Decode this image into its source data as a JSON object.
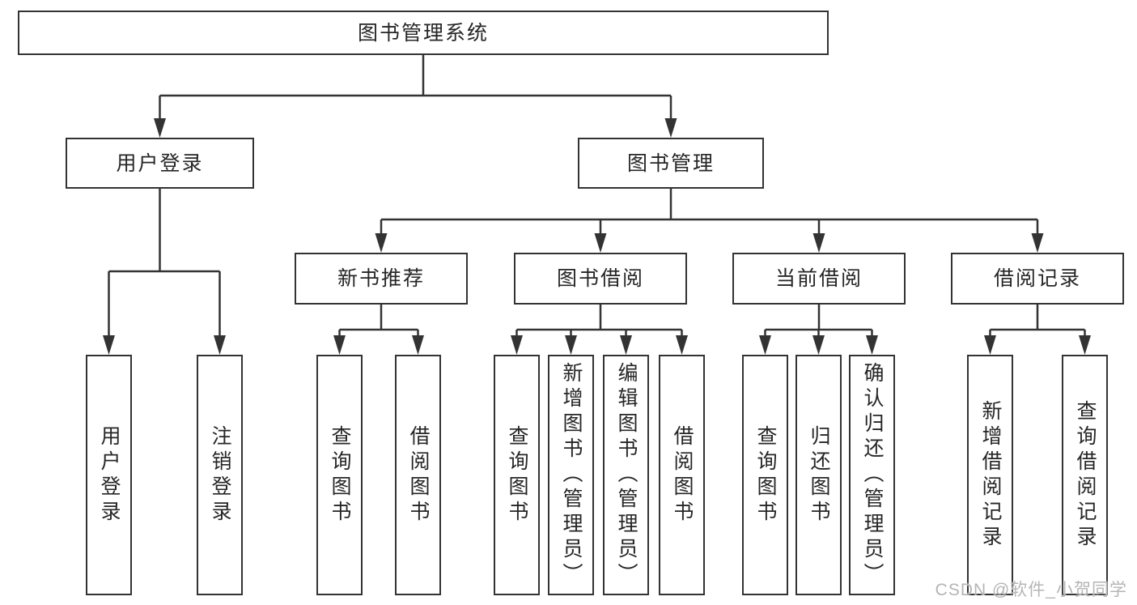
{
  "diagram": {
    "type": "hierarchy-tree",
    "colors": {
      "line": "#333333",
      "box_border": "#333333",
      "box_fill": "#ffffff",
      "text": "#262626",
      "watermark": "#b5b5b5",
      "background": "#ffffff"
    }
  },
  "tree": {
    "root": {
      "label": "图书管理系统",
      "children": [
        {
          "label": "用户登录",
          "children": [
            {
              "label": "用户登录"
            },
            {
              "label": "注销登录"
            }
          ]
        },
        {
          "label": "图书管理",
          "children": [
            {
              "label": "新书推荐",
              "children": [
                {
                  "label": "查询图书"
                },
                {
                  "label": "借阅图书"
                }
              ]
            },
            {
              "label": "图书借阅",
              "children": [
                {
                  "label": "查询图书"
                },
                {
                  "label": "新增图书（管理员）"
                },
                {
                  "label": "编辑图书（管理员）"
                },
                {
                  "label": "借阅图书"
                }
              ]
            },
            {
              "label": "当前借阅",
              "children": [
                {
                  "label": "查询图书"
                },
                {
                  "label": "归还图书"
                },
                {
                  "label": "确认归还（管理员）"
                }
              ]
            },
            {
              "label": "借阅记录",
              "children": [
                {
                  "label": "新增借阅记录"
                },
                {
                  "label": "查询借阅记录"
                }
              ]
            }
          ]
        }
      ]
    }
  },
  "watermark": {
    "text": "CSDN @软件_小贺同学"
  }
}
